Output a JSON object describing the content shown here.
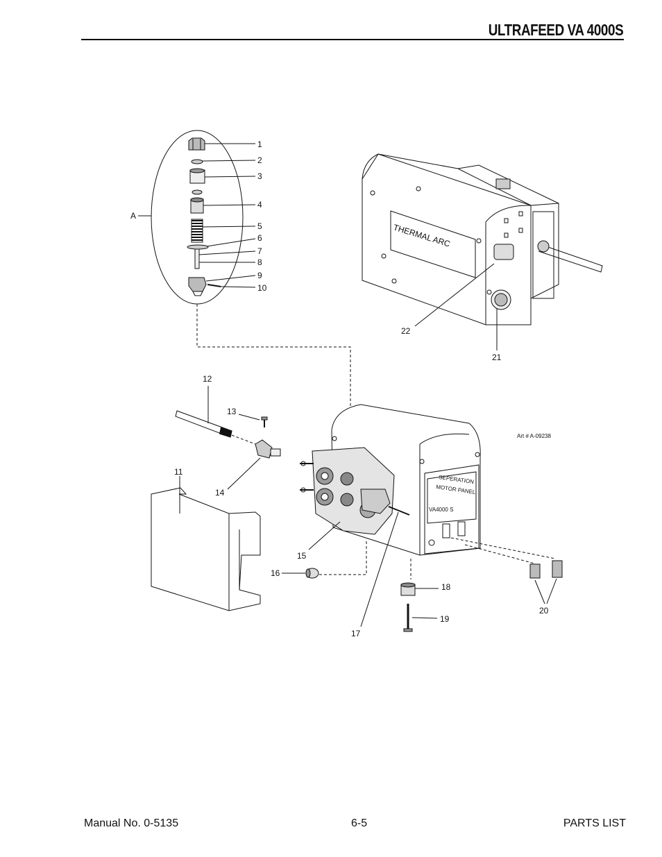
{
  "header": {
    "title": "ULTRAFEED VA 4000S"
  },
  "art_number": "Art # A-09238",
  "callouts": {
    "A": "A",
    "c1": "1",
    "c2": "2",
    "c3": "3",
    "c4": "4",
    "c5": "5",
    "c6": "6",
    "c7": "7",
    "c8": "8",
    "c9": "9",
    "c10": "10",
    "c11": "11",
    "c12": "12",
    "c13": "13",
    "c14": "14",
    "c15": "15",
    "c16": "16",
    "c17": "17",
    "c18": "18",
    "c19": "19",
    "c20": "20",
    "c21": "21",
    "c22": "22"
  },
  "product_markings": {
    "brand": "THERMAL ARC",
    "panel_line1": "SEPERATION",
    "panel_line2": "MOTOR PANEL",
    "model": "VA4000 S"
  },
  "footer": {
    "manual": "Manual No. 0-5135",
    "page": "6-5",
    "section": "PARTS LIST"
  }
}
